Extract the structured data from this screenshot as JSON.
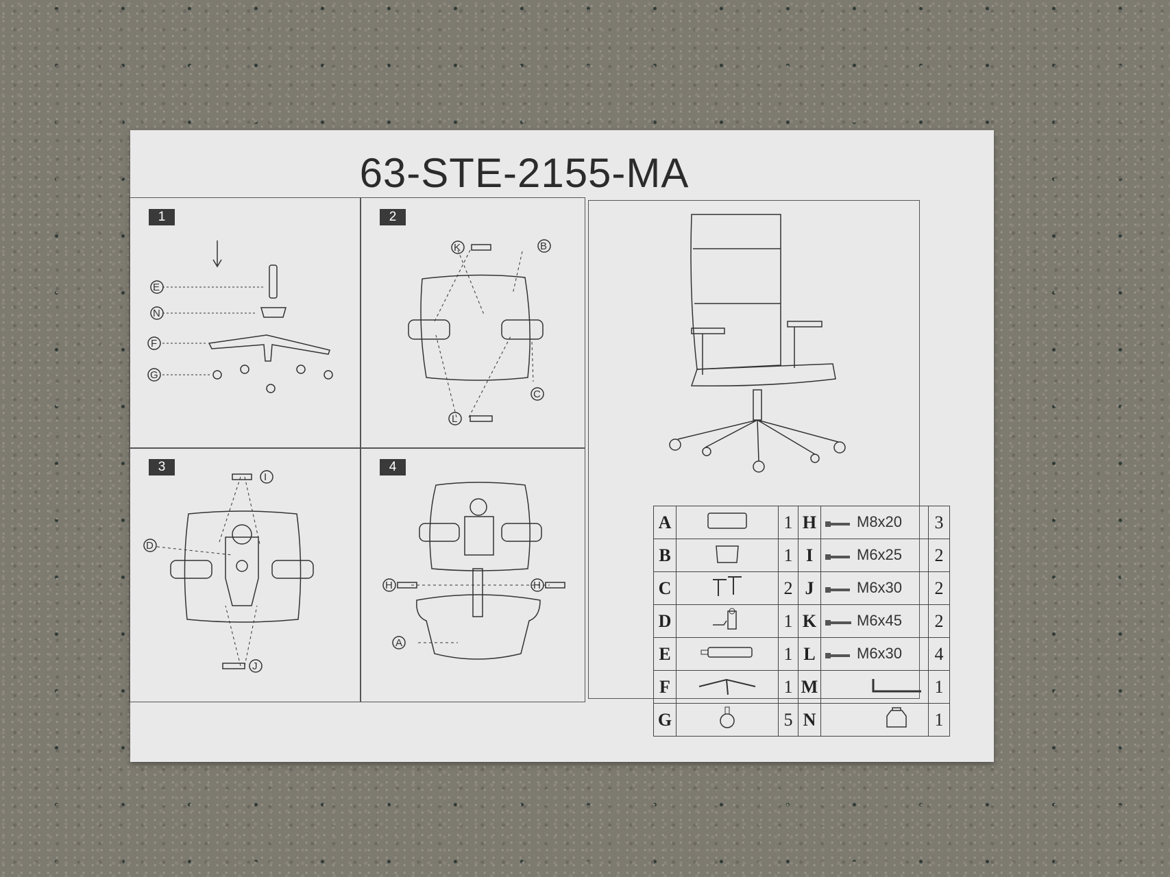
{
  "title": "63-STE-2155-MA",
  "steps": [
    {
      "number": "1",
      "labels": [
        "E",
        "N",
        "F",
        "G"
      ]
    },
    {
      "number": "2",
      "labels": [
        "K",
        "B",
        "C",
        "L"
      ]
    },
    {
      "number": "3",
      "labels": [
        "I",
        "D",
        "J"
      ]
    },
    {
      "number": "4",
      "labels": [
        "H",
        "H",
        "A"
      ]
    }
  ],
  "parts_left": [
    {
      "letter": "A",
      "icon": "seat-cushion-icon",
      "qty": "1"
    },
    {
      "letter": "B",
      "icon": "seat-plate-icon",
      "qty": "1"
    },
    {
      "letter": "C",
      "icon": "armrest-pair-icon",
      "qty": "2"
    },
    {
      "letter": "D",
      "icon": "mechanism-icon",
      "qty": "1"
    },
    {
      "letter": "E",
      "icon": "gas-cylinder-icon",
      "qty": "1"
    },
    {
      "letter": "F",
      "icon": "base-star-icon",
      "qty": "1"
    },
    {
      "letter": "G",
      "icon": "caster-icon",
      "qty": "5"
    }
  ],
  "parts_right": [
    {
      "letter": "H",
      "spec": "M8x20",
      "qty": "3"
    },
    {
      "letter": "I",
      "spec": "M6x25",
      "qty": "2"
    },
    {
      "letter": "J",
      "spec": "M6x30",
      "qty": "2"
    },
    {
      "letter": "K",
      "spec": "M6x45",
      "qty": "2"
    },
    {
      "letter": "L",
      "spec": "M6x30",
      "qty": "4"
    },
    {
      "letter": "M",
      "spec": "",
      "qty": "1"
    },
    {
      "letter": "N",
      "spec": "",
      "qty": "1"
    }
  ],
  "colors": {
    "paper": "#e9e9ea",
    "ink": "#333333",
    "floor": "#7d7a70"
  }
}
